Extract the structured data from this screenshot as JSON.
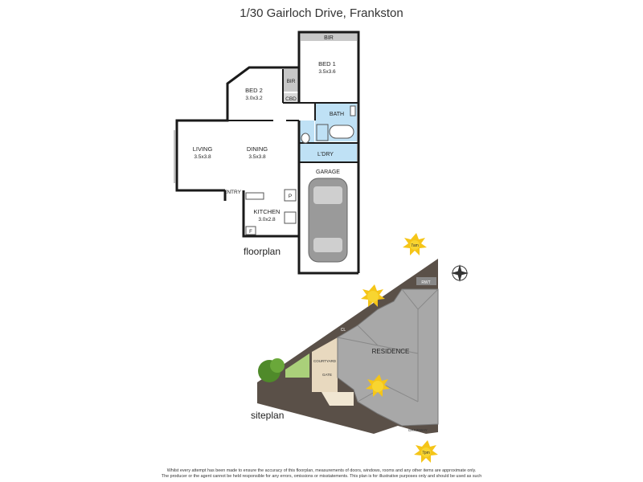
{
  "title": "1/30 Gairloch Drive, Frankston",
  "floorplan": {
    "label": "floorplan",
    "rooms": {
      "bir_top": "BIR",
      "bed1": {
        "name": "BED 1",
        "size": "3.5x3.6"
      },
      "bed2": {
        "name": "BED 2",
        "size": "3.0x3.2"
      },
      "bir_bed2": "BIR",
      "cbd": "CBD",
      "bath": "BATH",
      "living": {
        "name": "LIVING",
        "size": "3.5x3.8"
      },
      "dining": {
        "name": "DINING",
        "size": "3.5x3.8"
      },
      "ldry": "L'DRY",
      "garage": "GARAGE",
      "entry": "ENTRY",
      "kitchen": {
        "name": "KITCHEN",
        "size": "3.0x2.8"
      },
      "pantry": "P",
      "fridge": "F"
    }
  },
  "siteplan": {
    "label": "siteplan",
    "labels": {
      "rwt": "RWT",
      "residence": "RESIDENCE",
      "cl": "CL",
      "courtyard": "COURTYARD",
      "gate": "GATE",
      "driveway": "DRIVEWAY"
    },
    "sun": {
      "morning": "7am",
      "evening": "7pm"
    }
  },
  "disclaimer": {
    "line1": "Whilst every attempt has been made to ensure the accuracy of this floorplan, measurements of doors, windows, rooms and any other items are approximate only.",
    "line2": "The producer or the agent cannot be held responsible for any errors, omissions or misstatements. This plan is for illustrative purposes only and should be used as such"
  },
  "colors": {
    "wall": "#1a1a1a",
    "wet": "#bfe1f5",
    "bir": "#c8c8c8",
    "roof": "#a8a8a8",
    "garden": "#5a5048",
    "lawn": "#aad07a",
    "sun": "#f5c518"
  }
}
